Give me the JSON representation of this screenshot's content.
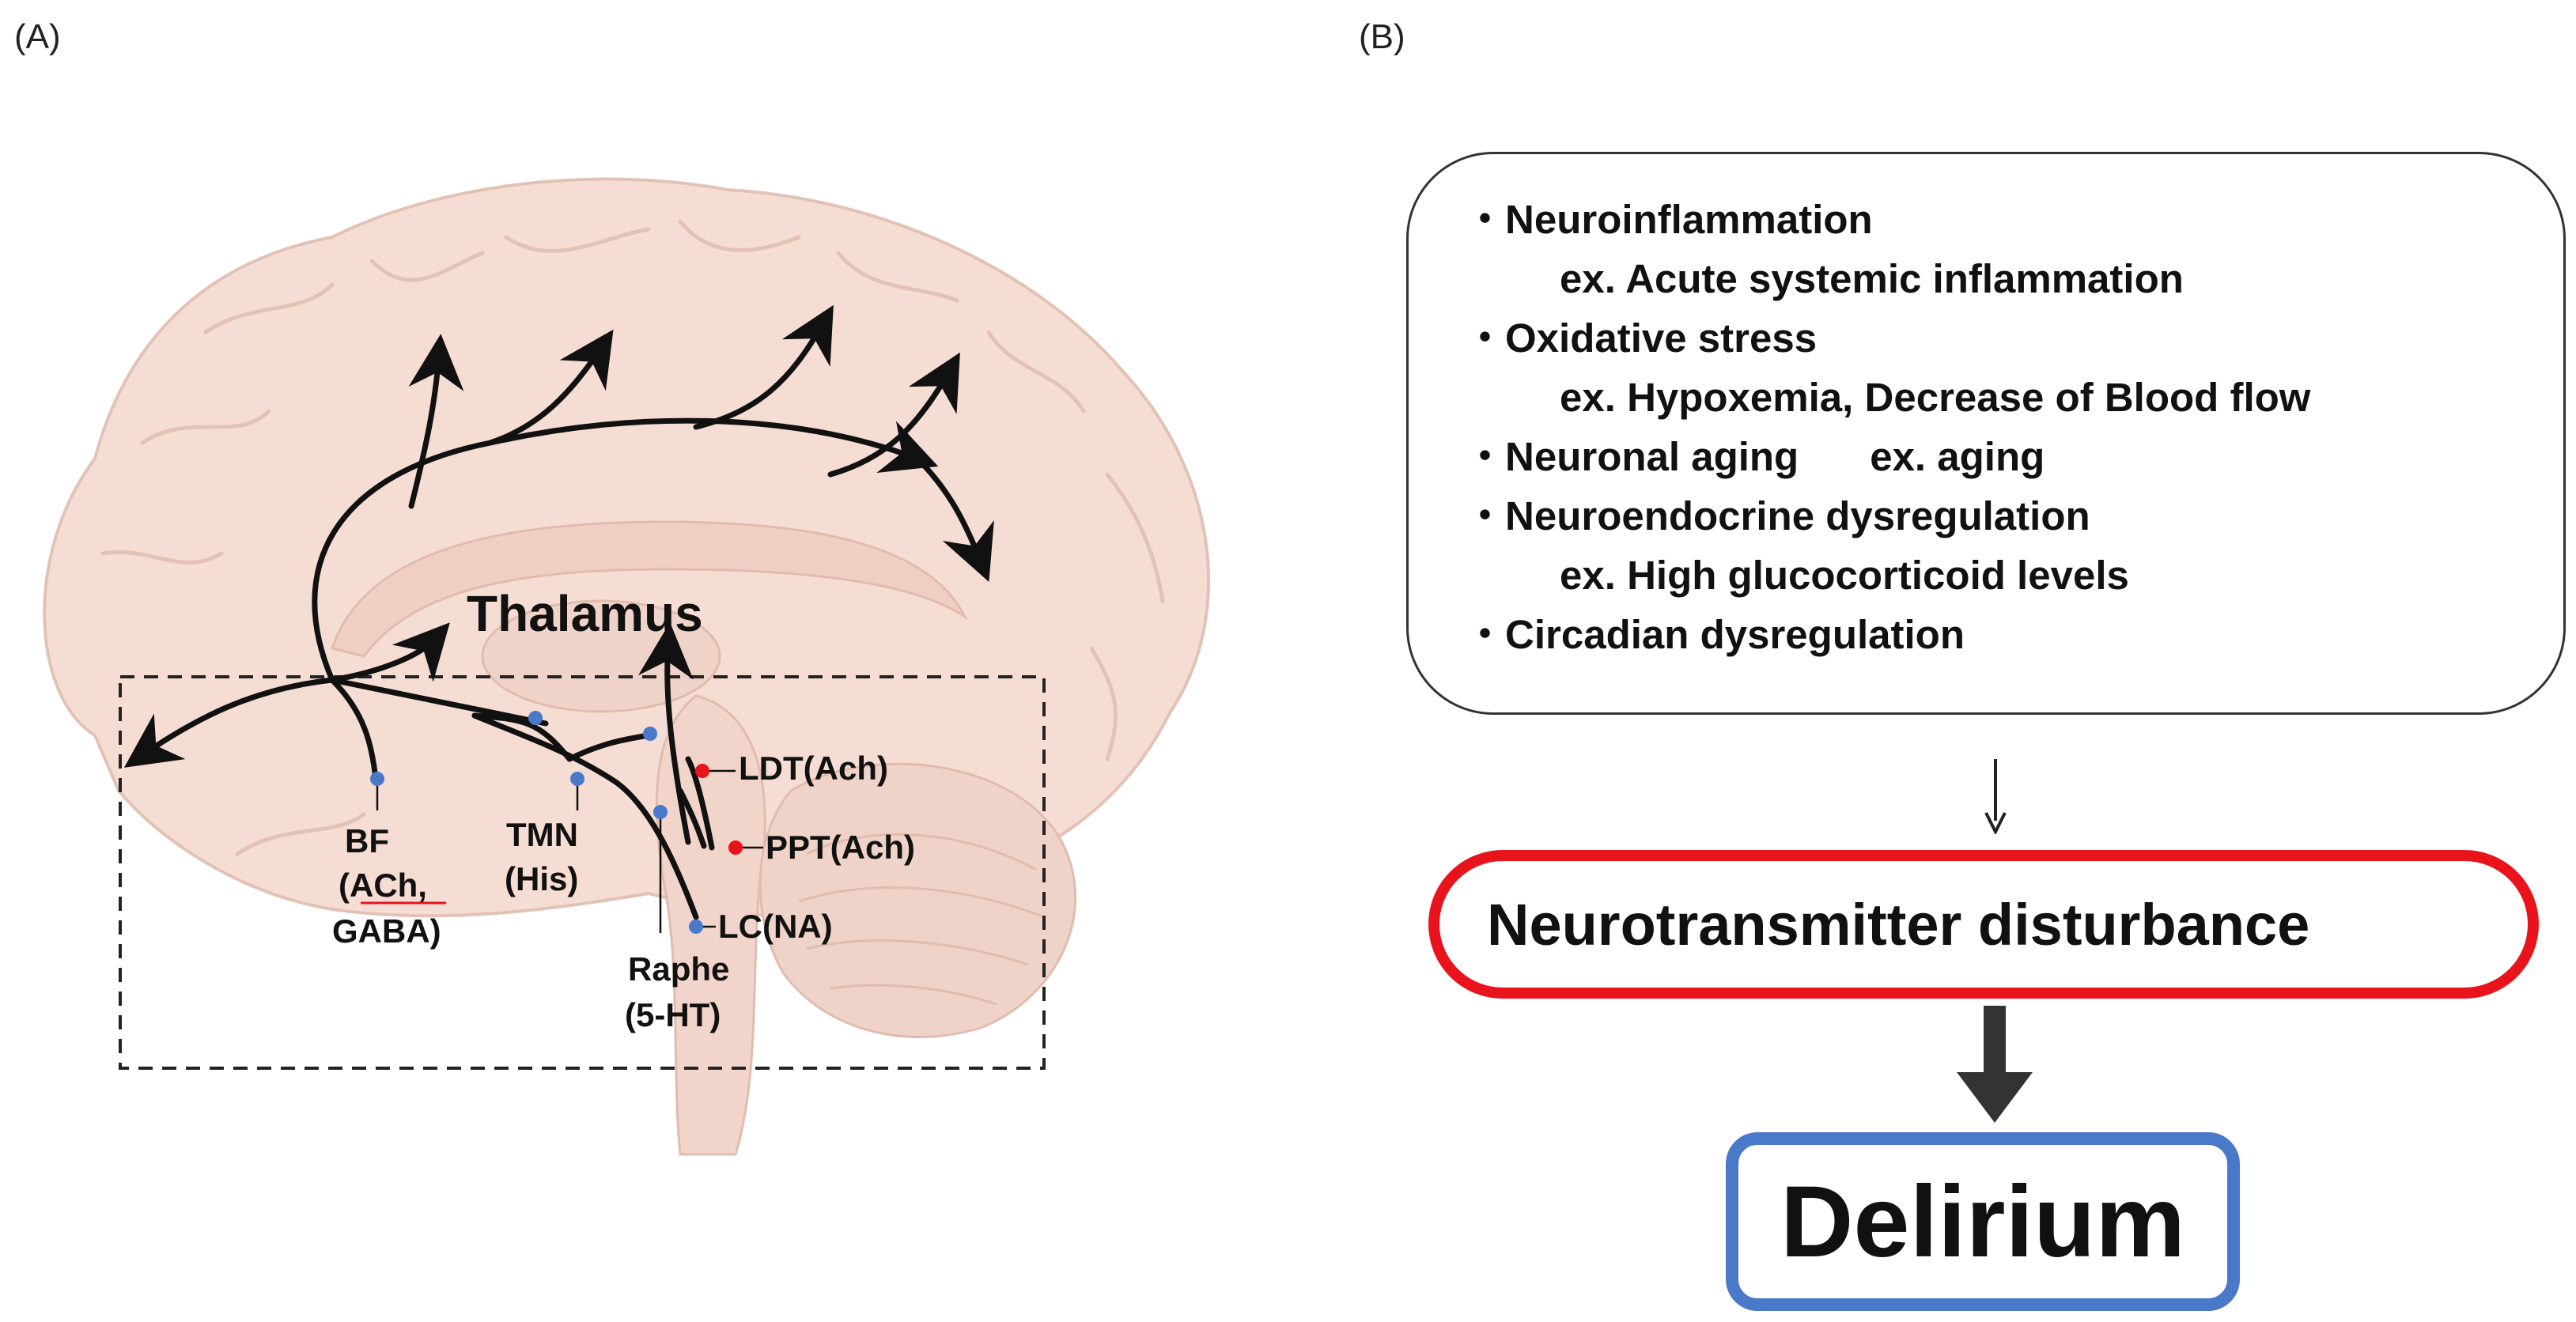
{
  "panel_a": {
    "label": "(A)",
    "thalamus": "Thalamus",
    "bf": {
      "name": "BF",
      "line1": "(ACh,",
      "line2": "GABA)"
    },
    "tmn": {
      "name": "TMN",
      "nt": "(His)"
    },
    "raphe": {
      "name": "Raphe",
      "nt": "(5-HT)"
    },
    "ldt": "LDT(Ach)",
    "ppt": "PPT(Ach)",
    "lc": "LC(NA)",
    "colors": {
      "monoaminergic_dot": "#4a79c9",
      "cholinergic_dot": "#e8131b",
      "brain_fill": "#f6ddd3"
    }
  },
  "panel_b": {
    "label": "(B)",
    "factors": [
      {
        "bullet": "・Neuroinflammation",
        "example": "ex. Acute systemic inflammation"
      },
      {
        "bullet": "・Oxidative stress",
        "example": "ex. Hypoxemia, Decrease of Blood flow"
      },
      {
        "bullet": "・Neuronal aging",
        "example": "ex. aging"
      },
      {
        "bullet": "・Neuroendocrine dysregulation",
        "example": "ex. High glucocorticoid levels"
      },
      {
        "bullet": "・Circadian dysregulation"
      }
    ],
    "disturbance": "Neurotransmitter disturbance",
    "outcome": "Delirium",
    "colors": {
      "disturbance_border": "#e8131b",
      "outcome_border": "#4a79c9"
    }
  }
}
